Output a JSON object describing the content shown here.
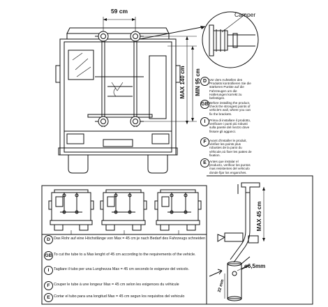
{
  "labels": {
    "width_59": "59 cm",
    "camper": "Camper",
    "max_140": "MAX 140 cm",
    "min_95": "MIN 95 cm",
    "max_45": "MAX 45 cm",
    "diam": "ø6,5mm",
    "len_22": "22 mm"
  },
  "instructions_top": [
    {
      "code": "D",
      "text": "Vor dem Aufstellen des Produkts kontrollieren Sie die stärkeren Punkte auf die Fahrzeugen um die Halterungen korrekt zu befestigen."
    },
    {
      "code": "GB",
      "text": "Before installing the product, check the strongest points of vehicle's wall, where you can fix the brackets."
    },
    {
      "code": "I",
      "text": "Prima di installare il prodotto, verificare i punti più robusti sulla parete del mezzo dove fissare gli agganci."
    },
    {
      "code": "F",
      "text": "Avant d'installer le produit, vérifiez les points plus robustes de la paroi du véhicule,où fixer les pattes de fixation."
    },
    {
      "code": "E",
      "text": "Antes que instalar el producto, verificar los puntos mas resistentes del vehiculo donde fijar los enganches."
    }
  ],
  "instructions_bottom": [
    {
      "code": "D",
      "text": "Das Rohr auf eine Höchstlänge von Max = 45 cm je nach Bedarf des Fahrzeugs schneiden"
    },
    {
      "code": "GB",
      "text": "To cut the tube to a Max lenght of 45 cm according to the requirements of the vehicle."
    },
    {
      "code": "I",
      "text": "Tagliare il tubo per una Lunghezza Max = 45 cm secondo le esigenze del veicolo."
    },
    {
      "code": "F",
      "text": "Couper le tube à une longeur Max = 45 cm selon les exigences du véhicule"
    },
    {
      "code": "E",
      "text": "Cortar el tubo para una longitud Max = 45 cm segun los requisitos del vehiculo"
    }
  ]
}
